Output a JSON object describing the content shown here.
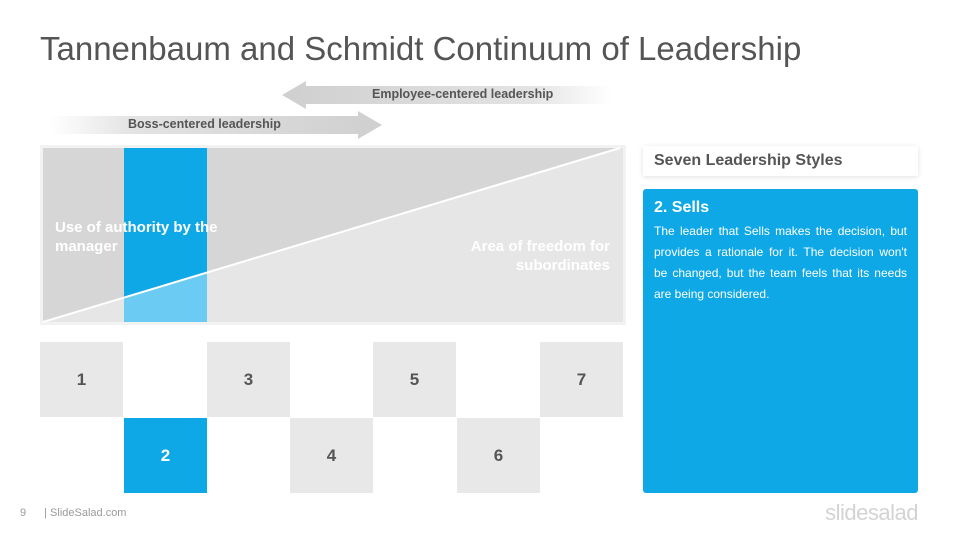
{
  "slide": {
    "title": "Tannenbaum and Schmidt Continuum of Leadership",
    "page_number": "9",
    "footer_text": "| SlideSalad.com",
    "brand": "slidesalad"
  },
  "arrows": {
    "employee": "Employee-centered  leadership",
    "boss": "Boss-centered leadership"
  },
  "diagram": {
    "authority_label": "Use of authority by the manager",
    "freedom_label": "Area of freedom for subordinates"
  },
  "styles": {
    "numbers": [
      "1",
      "2",
      "3",
      "4",
      "5",
      "6",
      "7"
    ],
    "active": "2"
  },
  "panel": {
    "header": "Seven Leadership Styles",
    "selected_title": "2. Sells",
    "selected_description": "The leader that Sells makes the decision, but provides a rationale for it. The decision won't be changed, but the team feels that its needs are being considered."
  },
  "colors": {
    "accent": "#0ea8e6",
    "accent_light": "#6ccbf3",
    "gray_box": "#e8e8e8",
    "gray_dark": "#d6d6d6"
  }
}
